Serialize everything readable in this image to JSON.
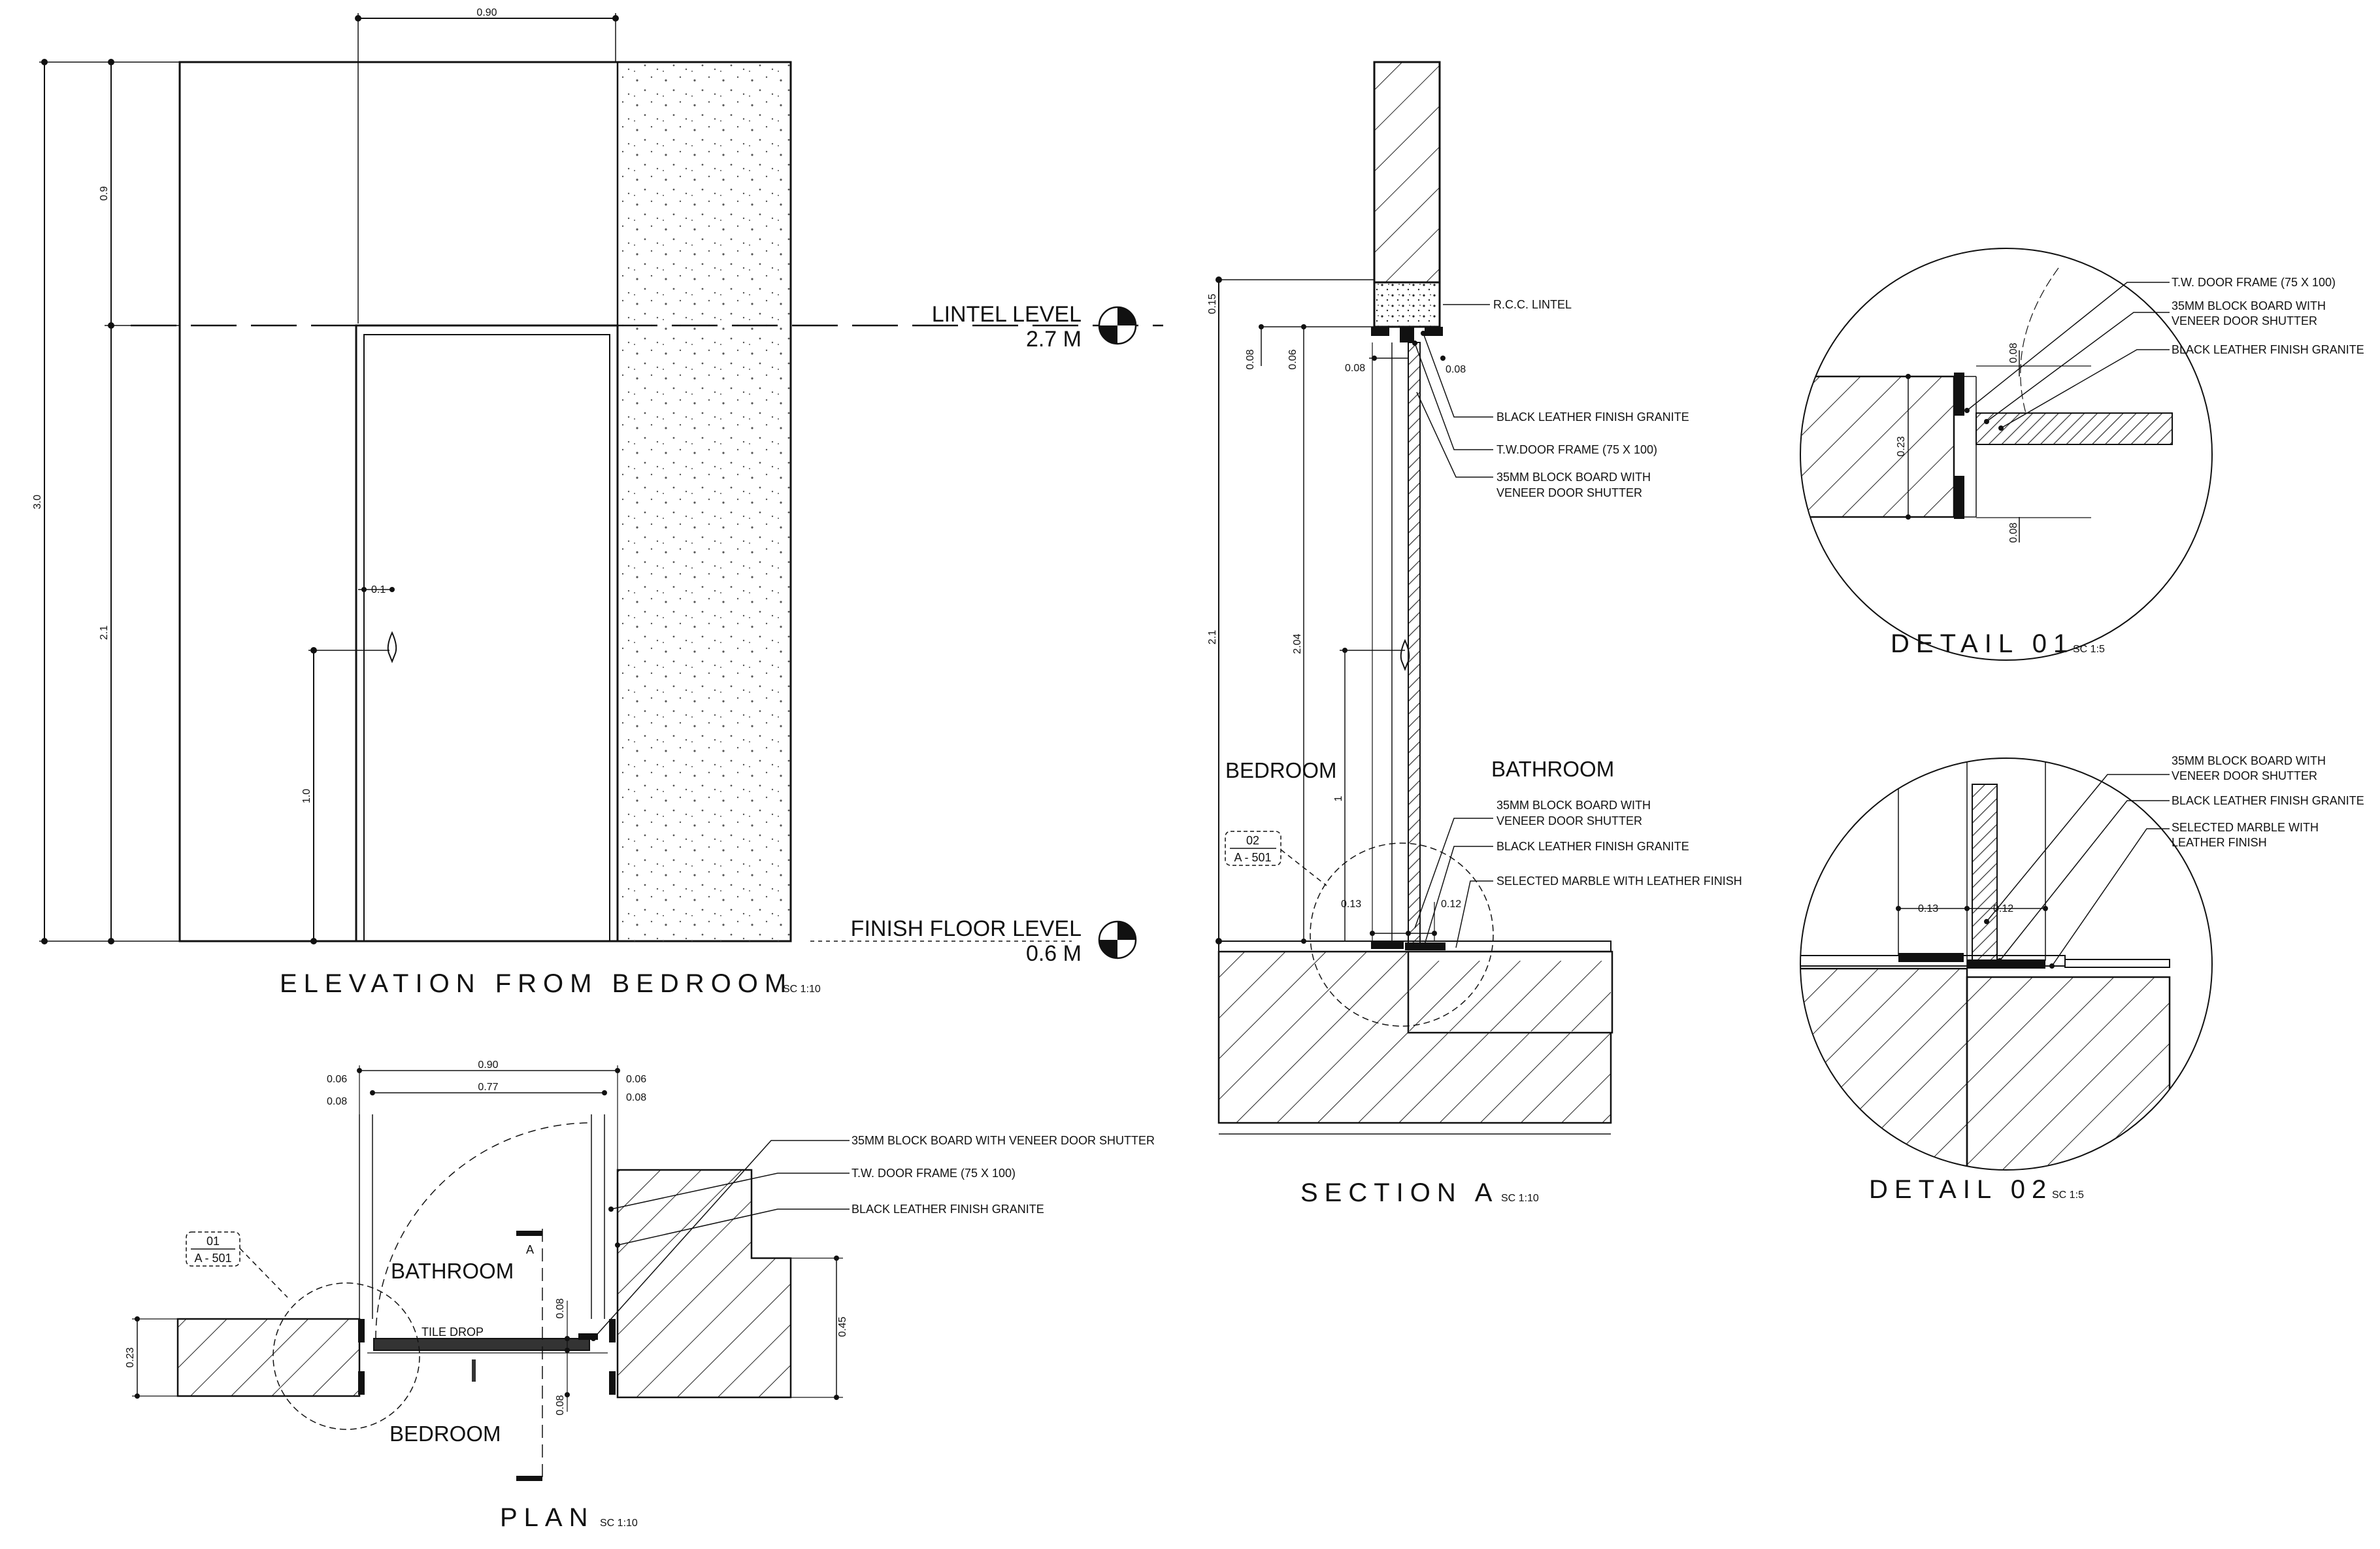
{
  "elevation": {
    "title": "ELEVATION FROM BEDROOM",
    "scale": "SC 1:10",
    "lintel_label": "LINTEL LEVEL",
    "lintel_value": "2.7 M",
    "floor_label": "FINISH FLOOR LEVEL",
    "floor_value": "0.6 M",
    "dims": {
      "top_width": "0.90",
      "upper": "0.9",
      "total": "3.0",
      "door": "2.1",
      "handle_offset": "0.1",
      "handle_height": "1.0"
    }
  },
  "section": {
    "title": "SECTION A",
    "scale": "SC 1:10",
    "bedroom": "BEDROOM",
    "bathroom": "BATHROOM",
    "callout": {
      "num": "02",
      "sheet": "A - 501"
    },
    "notes": {
      "lintel": "R.C.C. LINTEL",
      "granite_top": "BLACK LEATHER FINISH GRANITE",
      "frame": "T.W.DOOR FRAME (75 X 100)",
      "shutter_top_1": "35MM BLOCK BOARD WITH",
      "shutter_top_2": "VENEER DOOR SHUTTER",
      "shutter_bot_1": "35MM BLOCK BOARD WITH",
      "shutter_bot_2": "VENEER DOOR SHUTTER",
      "granite_bot": "BLACK LEATHER FINISH GRANITE",
      "marble": "SELECTED MARBLE WITH LEATHER FINISH"
    },
    "dims": {
      "d015": "0.15",
      "d008a": "0.08",
      "d006": "0.06",
      "d008b": "0.08",
      "d008c": "0.08",
      "d21": "2.1",
      "d204": "2.04",
      "d1": "1",
      "d013": "0.13",
      "d012": "0.12"
    }
  },
  "detail01": {
    "title": "DETAIL 01",
    "scale": "SC 1:5",
    "notes": {
      "frame": "T.W. DOOR FRAME (75 X 100)",
      "shutter_1": "35MM BLOCK BOARD WITH",
      "shutter_2": "VENEER DOOR SHUTTER",
      "granite": "BLACK LEATHER FINISH GRANITE"
    },
    "dims": {
      "top": "0.08",
      "wall": "0.23",
      "bottom": "0.08"
    }
  },
  "detail02": {
    "title": "DETAIL 02",
    "scale": "SC 1:5",
    "notes": {
      "shutter_1": "35MM BLOCK BOARD WITH",
      "shutter_2": "VENEER DOOR SHUTTER",
      "granite": "BLACK LEATHER FINISH GRANITE",
      "marble_1": "SELECTED MARBLE WITH",
      "marble_2": "LEATHER FINISH"
    },
    "dims": {
      "left": "0.13",
      "right": "0.12"
    }
  },
  "plan": {
    "title": "PLAN",
    "scale": "SC 1:10",
    "bathroom": "BATHROOM",
    "bedroom": "BEDROOM",
    "tile_drop": "TILE DROP",
    "section_mark": "A",
    "callout": {
      "num": "01",
      "sheet": "A - 501"
    },
    "notes": {
      "shutter": "35MM BLOCK BOARD WITH VENEER DOOR SHUTTER",
      "frame": "T.W. DOOR FRAME (75 X 100)",
      "granite": "BLACK LEATHER FINISH GRANITE"
    },
    "dims": {
      "overall": "0.90",
      "clear": "0.77",
      "l006": "0.06",
      "l008": "0.08",
      "r006": "0.06",
      "r008": "0.08",
      "wall": "0.23",
      "mid": "0.08",
      "bot": "0.08",
      "right": "0.45"
    }
  }
}
